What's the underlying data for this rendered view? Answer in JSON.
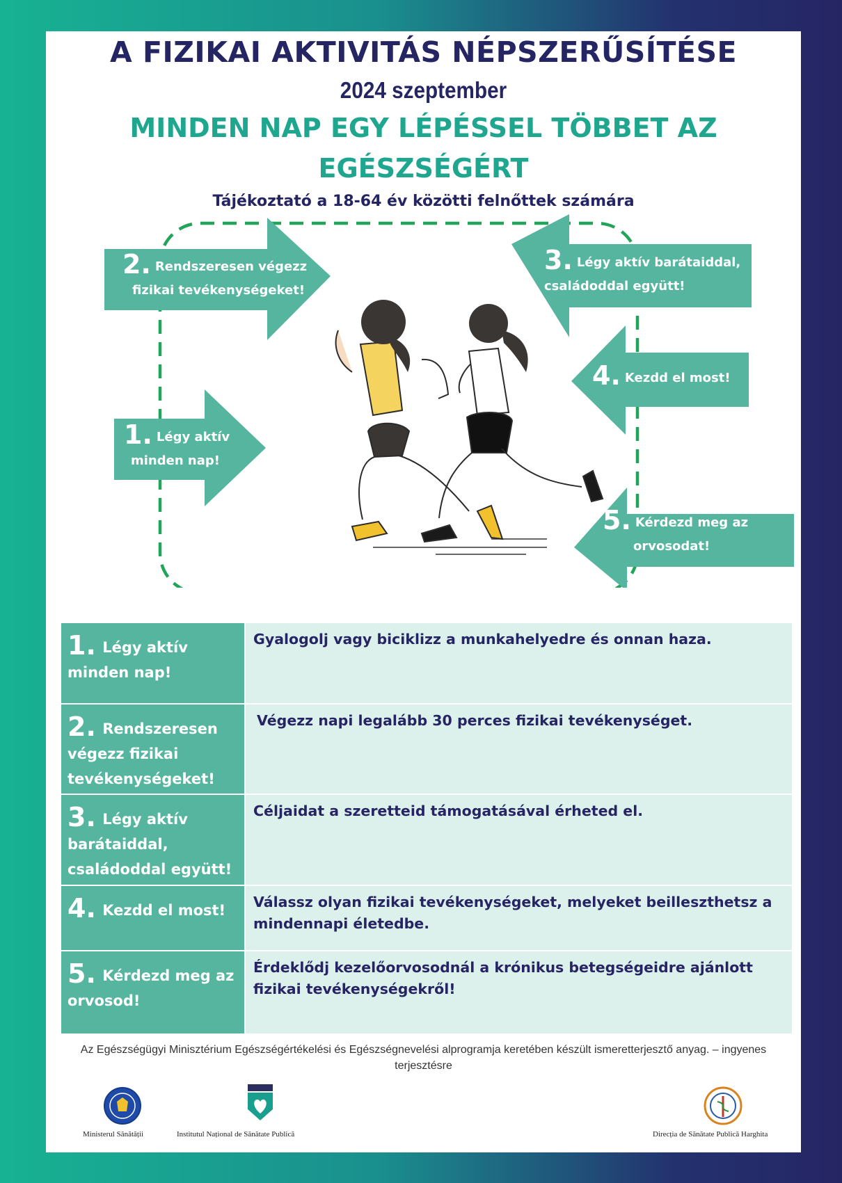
{
  "header": {
    "title": "A FIZIKAI AKTIVITÁS NÉPSZERŰSÍTÉSE",
    "date": "2024 szeptember",
    "slogan": "MINDEN NAP EGY LÉPÉSSEL TÖBBET AZ EGÉSZSÉGÉRT",
    "subtitle": "Tájékoztató a 18-64 év közötti felnőttek számára"
  },
  "arrows": [
    {
      "num": "1.",
      "line1": "Légy aktív",
      "line2": "minden nap!"
    },
    {
      "num": "2.",
      "line1": "Rendszeresen végezz",
      "line2": "fizikai tevékenységeket!"
    },
    {
      "num": "3.",
      "line1": "Légy aktív barátaiddal,",
      "line2": "családoddal együtt!"
    },
    {
      "num": "4.",
      "line1": "Kezdd el most!",
      "line2": ""
    },
    {
      "num": "5.",
      "line1": "Kérdezd meg az",
      "line2": "orvosodat!"
    }
  ],
  "table": [
    {
      "num": "1.",
      "label": "Légy aktív minden nap!",
      "text": "Gyalogolj vagy biciklizz a munkahelyedre és onnan haza."
    },
    {
      "num": "2.",
      "label": "Rendszeresen végezz fizikai tevékenységeket!",
      "text": "Végezz napi legalább 30 perces fizikai tevékenységet."
    },
    {
      "num": "3.",
      "label": "Légy aktív barátaiddal, családoddal együtt!",
      "text": "Céljaidat a szeretteid támogatásával érheted el."
    },
    {
      "num": "4.",
      "label": "Kezdd el most!",
      "text": "Válassz olyan fizikai tevékenységeket, melyeket beilleszthetsz a mindennapi életedbe."
    },
    {
      "num": "5.",
      "label": "Kérdezd meg az orvosod!",
      "text": "Érdeklődj kezelőorvosodnál a krónikus betegségeidre ajánlott fizikai tevékenységekről!"
    }
  ],
  "footer": {
    "note": "Az Egészségügyi Minisztérium Egészségértékelési és Egészségnevelési alprogramja keretében készült ismeretterjesztő anyag. – ingyenes terjesztésre",
    "logos": [
      {
        "label": "Ministerul Sănătății",
        "icon": "government-seal-icon"
      },
      {
        "label": "Institutul Național de Sănătate Publică",
        "icon": "heart-shield-icon"
      },
      {
        "label": "Direcția de Sănătate Publică Harghita",
        "icon": "caduceus-badge-icon"
      }
    ]
  },
  "colors": {
    "navy": "#262564",
    "teal": "#1fa68e",
    "arrow": "#55b59f",
    "cell": "#ddf1ec",
    "dash": "#22a55a"
  }
}
